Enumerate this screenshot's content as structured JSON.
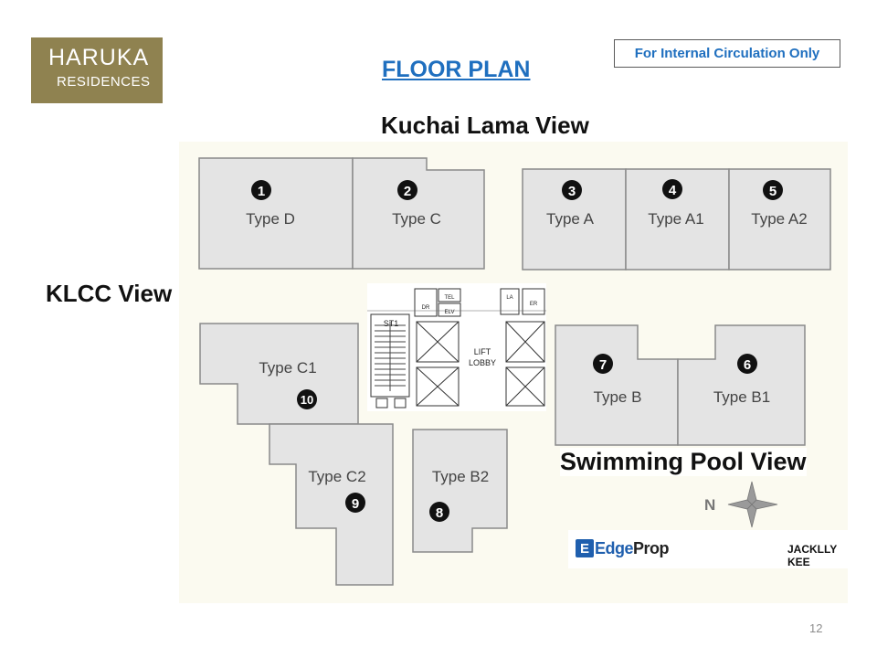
{
  "logo": {
    "line1": "HARUKA",
    "line2": "RESIDENCES"
  },
  "title": "FLOOR PLAN",
  "notice": "For Internal Circulation Only",
  "views": {
    "top": "Kuchai Lama View",
    "left": "KLCC View",
    "bottom_right": "Swimming Pool View"
  },
  "units": [
    {
      "number": "1",
      "type": "Type D"
    },
    {
      "number": "2",
      "type": "Type C"
    },
    {
      "number": "3",
      "type": "Type A"
    },
    {
      "number": "4",
      "type": "Type A1"
    },
    {
      "number": "5",
      "type": "Type A2"
    },
    {
      "number": "6",
      "type": "Type B1"
    },
    {
      "number": "7",
      "type": "Type B"
    },
    {
      "number": "8",
      "type": "Type B2"
    },
    {
      "number": "9",
      "type": "Type C2"
    },
    {
      "number": "10",
      "type": "Type C1"
    }
  ],
  "core": {
    "lift_lobby_line1": "LIFT",
    "lift_lobby_line2": "LOBBY",
    "stair": "ST1",
    "tel": "TEL",
    "elv": "ELV",
    "dr": "DR",
    "er": "ER",
    "la": "LA"
  },
  "compass": "N",
  "watermark": {
    "brand_edge": "Edge",
    "brand_prop": "Prop",
    "agent": "JACKLLY KEE"
  },
  "page_number": "12",
  "colors": {
    "logo_bg": "#8f8250",
    "title_blue": "#1f6fbf",
    "unit_fill": "#e4e4e4",
    "plan_bg": "#fbfaf0"
  }
}
